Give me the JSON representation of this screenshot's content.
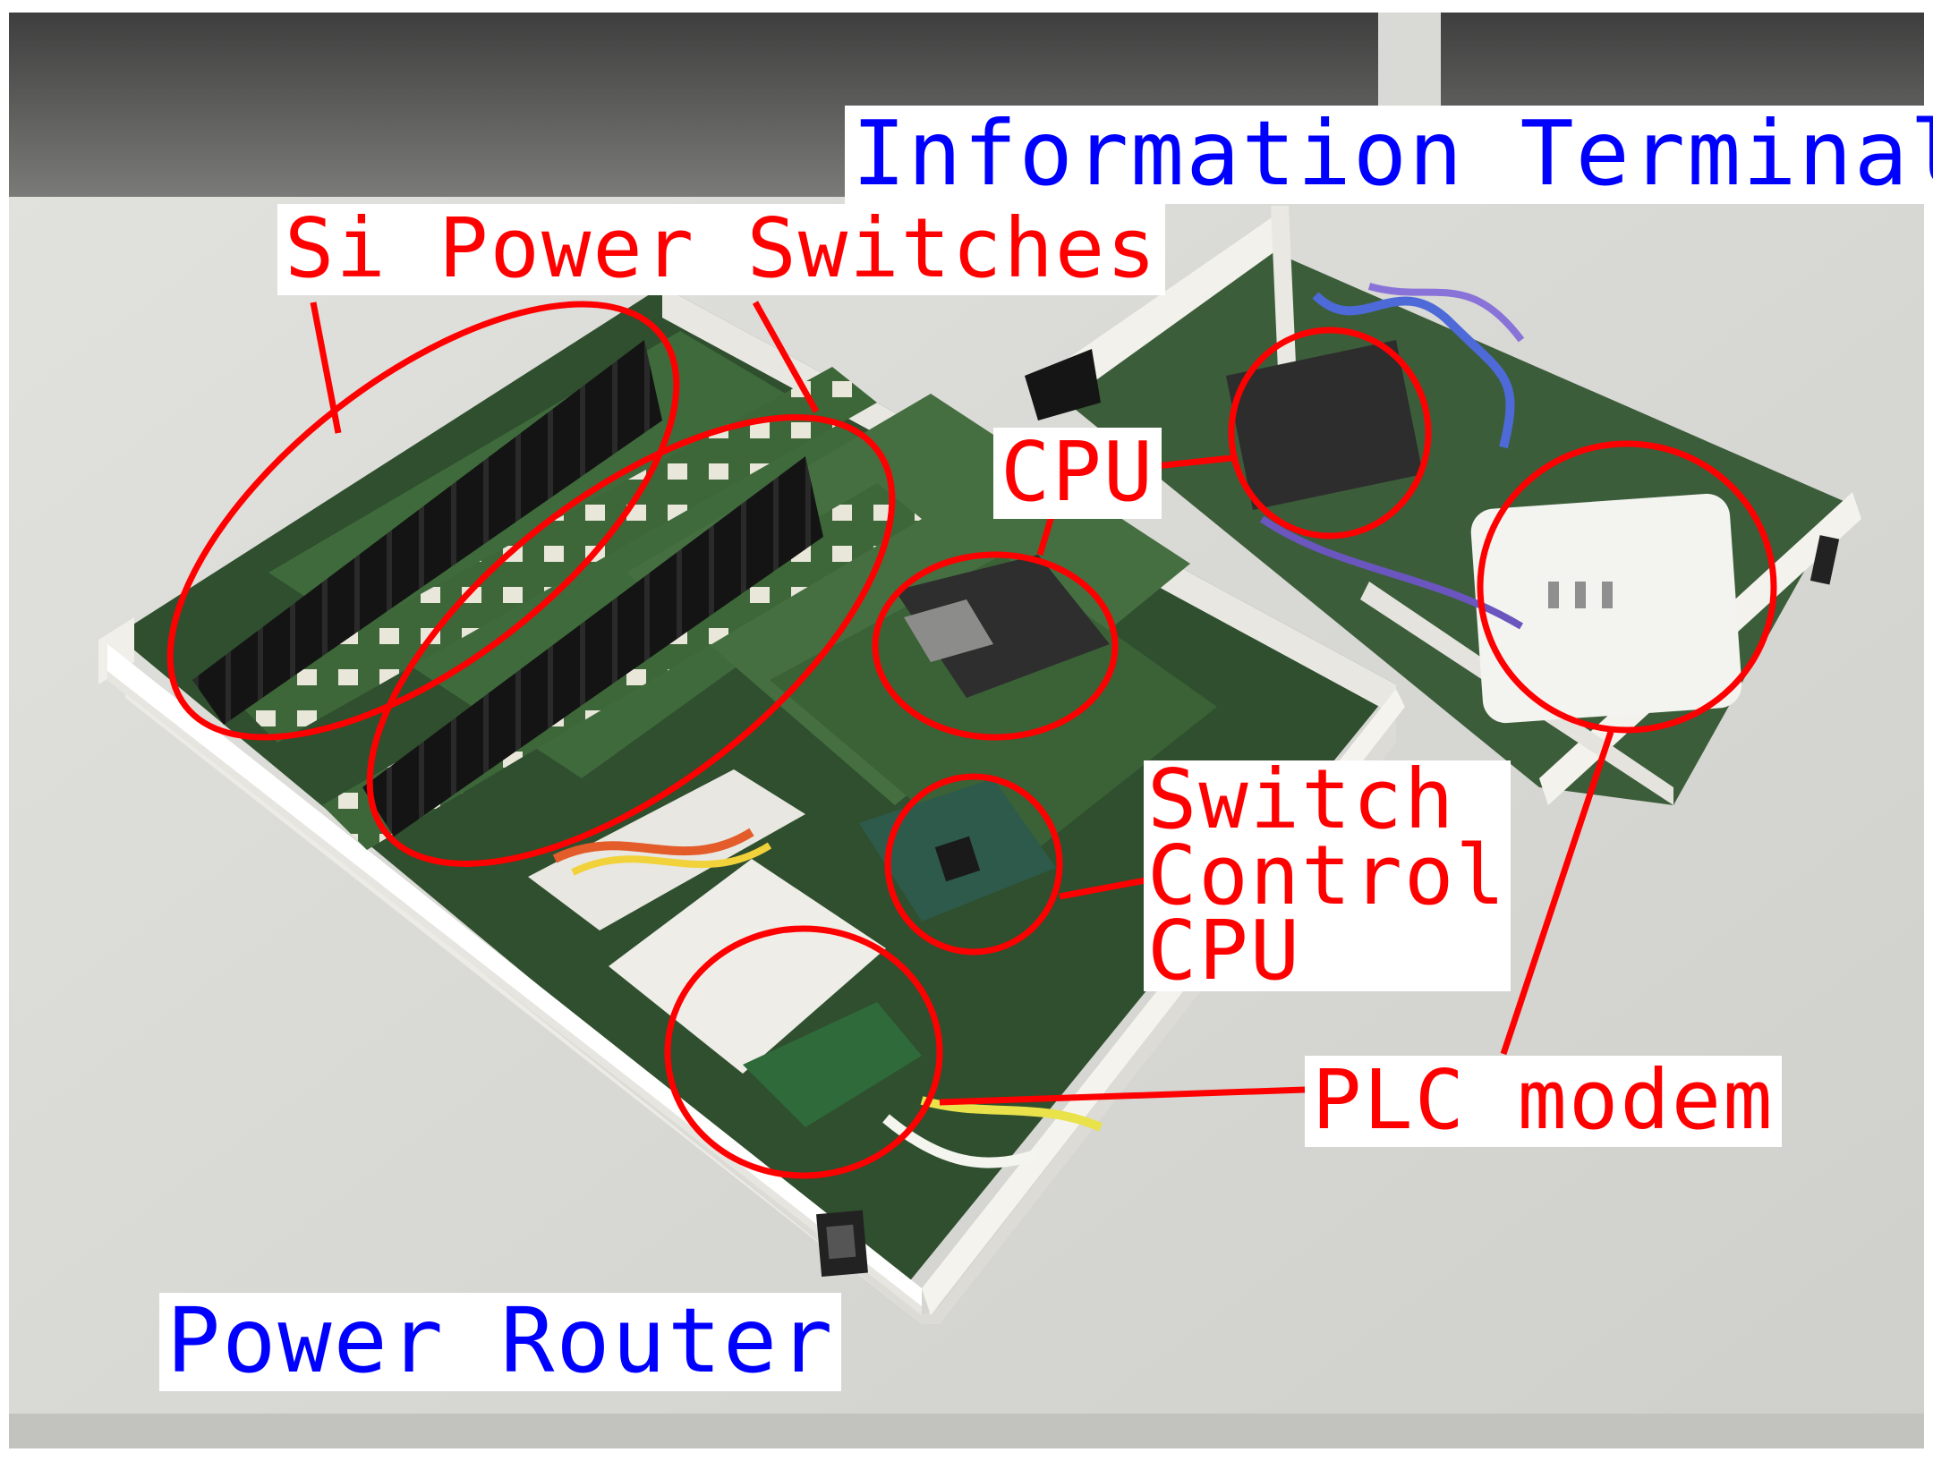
{
  "labels": {
    "information_terminal": "Information Terminal",
    "si_power_switches": "Si Power Switches",
    "cpu": "CPU",
    "switch_control_line1": "Switch",
    "switch_control_line2": "Control",
    "switch_control_line3": "CPU",
    "plc_modem": "PLC modem",
    "power_router": "Power Router"
  },
  "colors": {
    "annotation": "#ff0000",
    "title": "#0000ff",
    "table": "#dcdcd8",
    "wall": "#5a5a5a",
    "chassis": "#ecebe6",
    "pcb": "#3f6a3c",
    "heatsink": "#151515"
  }
}
